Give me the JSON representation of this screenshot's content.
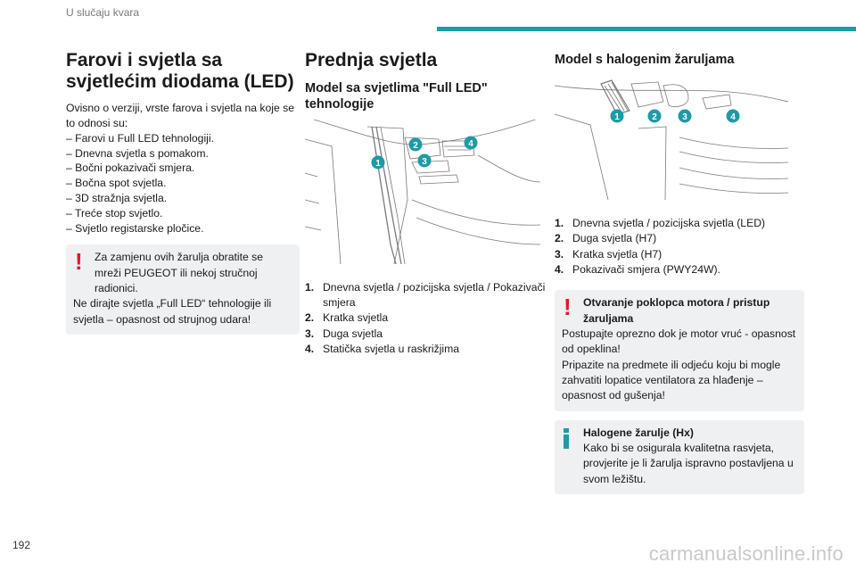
{
  "header": {
    "section": "U slučaju kvara"
  },
  "page_number": "192",
  "watermark": "carmanualsonline.info",
  "col1": {
    "title": "Farovi i svjetla sa svjetlećim diodama (LED)",
    "intro": "Ovisno o verziji, vrste farova i svjetla na koje se to odnosi su:",
    "items": [
      "Farovi u Full LED tehnologiji.",
      "Dnevna svjetla s pomakom.",
      "Bočni pokazivači smjera.",
      "Bočna spot svjetla.",
      "3D stražnja svjetla.",
      "Treće stop svjetlo.",
      "Svjetlo registarske pločice."
    ],
    "warning": {
      "line1": "Za zamjenu ovih žarulja obratite se mreži PEUGEOT ili nekoj stručnoj radionici.",
      "line2": "Ne dirajte svjetla „Full LED“ tehnologije ili svjetla – opasnost od strujnog udara!"
    }
  },
  "col2": {
    "title": "Prednja svjetla",
    "subtitle": "Model sa svjetlima \"Full LED\" tehnologije",
    "figure_numbers": [
      "1",
      "2",
      "3",
      "4"
    ],
    "legend": [
      {
        "num": "1.",
        "text": "Dnevna svjetla / pozicijska svjetla / Pokazivači smjera"
      },
      {
        "num": "2.",
        "text": "Kratka svjetla"
      },
      {
        "num": "3.",
        "text": "Duga svjetla"
      },
      {
        "num": "4.",
        "text": "Statička svjetla u raskrižjima"
      }
    ]
  },
  "col3": {
    "subtitle": "Model s halogenim žaruljama",
    "figure_numbers": [
      "1",
      "2",
      "3",
      "4"
    ],
    "legend": [
      {
        "num": "1.",
        "text": "Dnevna svjetla / pozicijska svjetla (LED)"
      },
      {
        "num": "2.",
        "text": "Duga svjetla (H7)"
      },
      {
        "num": "3.",
        "text": "Kratka svjetla (H7)"
      },
      {
        "num": "4.",
        "text": "Pokazivači smjera (PWY24W)."
      }
    ],
    "warning": {
      "title": "Otvaranje poklopca motora / pristup žaruljama",
      "text1": "Postupajte oprezno dok je motor vruć - opasnost od opeklina!",
      "text2": "Pripazite na predmete ili odjeću koju bi mogle zahvatiti lopatice ventilatora za hlađenje – opasnost od gušenja!"
    },
    "info": {
      "title": "Halogene žarulje (Hx)",
      "text": "Kako bi se osigurala kvalitetna rasvjeta, provjerite je li žarulja ispravno postavljena u svom ležištu."
    }
  },
  "colors": {
    "accent": "#1f9aa6",
    "warning": "#e01926",
    "panel": "#eef0f2"
  },
  "icons": {
    "warning": "exclamation-icon",
    "info": "info-icon"
  }
}
